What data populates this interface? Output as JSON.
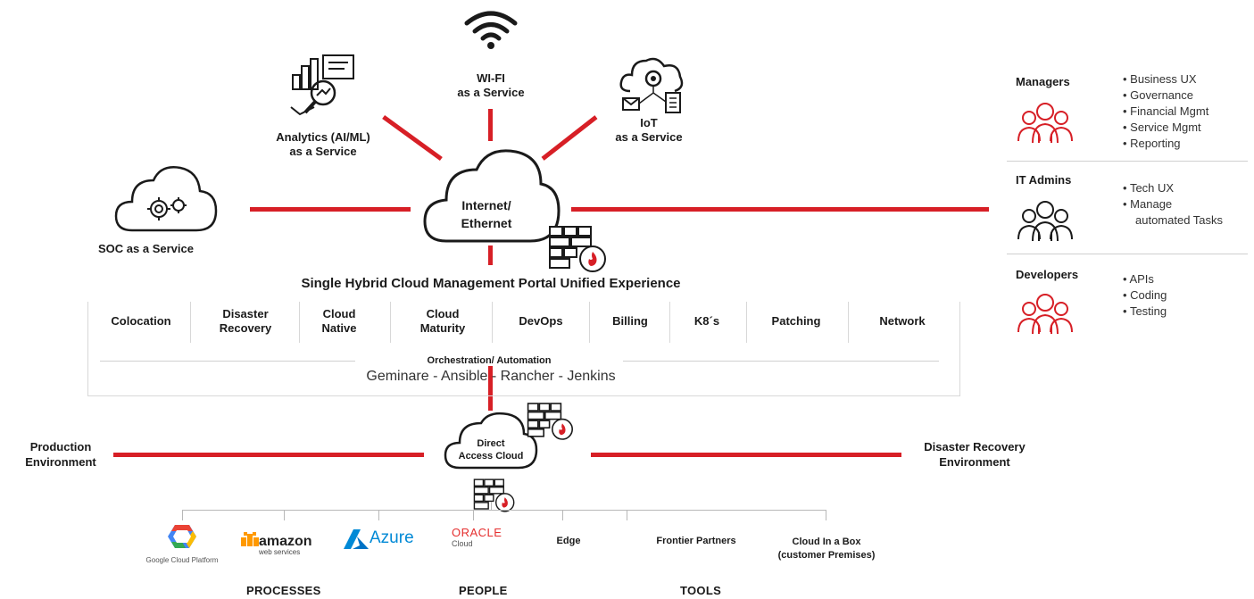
{
  "services": {
    "wifi": {
      "line1": "WI-FI",
      "line2": "as a Service"
    },
    "analytics": {
      "line1": "Analytics (AI/ML)",
      "line2": "as a Service"
    },
    "iot": {
      "line1": "IoT",
      "line2": "as a Service"
    },
    "soc": {
      "label": "SOC as a Service"
    }
  },
  "internet_cloud": {
    "line1": "Internet/",
    "line2": "Ethernet"
  },
  "portal": {
    "title": "Single Hybrid Cloud Management Portal Unified Experience",
    "items": [
      {
        "line1": "Colocation",
        "line2": ""
      },
      {
        "line1": "Disaster",
        "line2": "Recovery"
      },
      {
        "line1": "Cloud",
        "line2": "Native"
      },
      {
        "line1": "Cloud",
        "line2": "Maturity"
      },
      {
        "line1": "DevOps",
        "line2": ""
      },
      {
        "line1": "Billing",
        "line2": ""
      },
      {
        "line1": "K8´s",
        "line2": ""
      },
      {
        "line1": "Patching",
        "line2": ""
      },
      {
        "line1": "Network",
        "line2": ""
      }
    ],
    "orchestration_title": "Orchestration/ Automation",
    "orchestration_tools": "Geminare - Ansible - Rancher - Jenkins"
  },
  "direct_cloud": {
    "line1": "Direct",
    "line2": "Access Cloud"
  },
  "environments": {
    "production": {
      "line1": "Production",
      "line2": "Environment"
    },
    "disaster_recovery": {
      "line1": "Disaster Recovery",
      "line2": "Environment"
    }
  },
  "providers": [
    {
      "name": "Google Cloud Platform"
    },
    {
      "name": "amazon",
      "sub": "web services"
    },
    {
      "name": "Azure"
    },
    {
      "name": "ORACLE",
      "sub": "Cloud"
    },
    {
      "name": "Edge"
    },
    {
      "name": "Frontier Partners"
    },
    {
      "name": "Cloud In a Box",
      "sub": "(customer Premises)"
    }
  ],
  "footer": {
    "processes": "PROCESSES",
    "people": "PEOPLE",
    "tools": "TOOLS"
  },
  "roles": [
    {
      "name": "Managers",
      "icon": "people-red-icon",
      "bullets": [
        "Business UX",
        "Governance",
        "Financial Mgmt",
        "Service Mgmt",
        "Reporting"
      ]
    },
    {
      "name": "IT Admins",
      "icon": "people-black-icon",
      "bullets": [
        "Tech UX",
        "Manage",
        "automated Tasks"
      ]
    },
    {
      "name": "Developers",
      "icon": "people-red-icon",
      "bullets": [
        "APIs",
        "Coding",
        "Testing"
      ]
    }
  ],
  "colors": {
    "accent": "#d71f26",
    "text": "#1a1a1a",
    "divider": "#d0d0d0"
  }
}
